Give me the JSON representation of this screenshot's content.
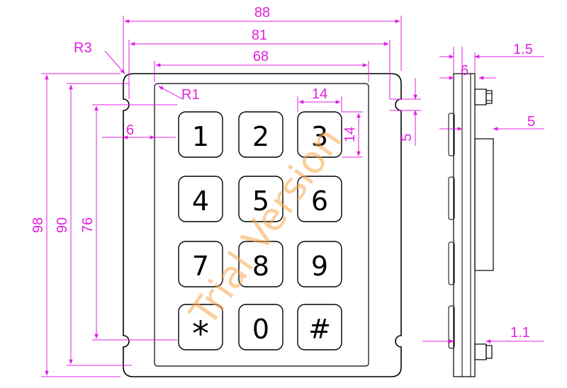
{
  "front_view": {
    "dimensions": {
      "overall_width": "88",
      "hole_span_width": "81",
      "inner_width": "68",
      "corner_radius_outer": "R3",
      "corner_radius_inner": "R1",
      "key_width": "14",
      "key_height": "14",
      "slot_width": "6",
      "slot_height": "5",
      "overall_height": "98",
      "hole_span_height": "90",
      "inner_height": "76"
    },
    "keys": [
      "1",
      "2",
      "3",
      "4",
      "5",
      "6",
      "7",
      "8",
      "9",
      "*",
      "0",
      "#"
    ]
  },
  "side_view": {
    "dimensions": {
      "face_thickness": "1.5",
      "total_depth": "6",
      "key_protrusion": "5",
      "bottom_gap": "1.1"
    }
  },
  "watermark": "Trial Version",
  "colors": {
    "dimension_lines": "#e020e0",
    "outline": "#000000",
    "watermark": "#f7a64a"
  }
}
